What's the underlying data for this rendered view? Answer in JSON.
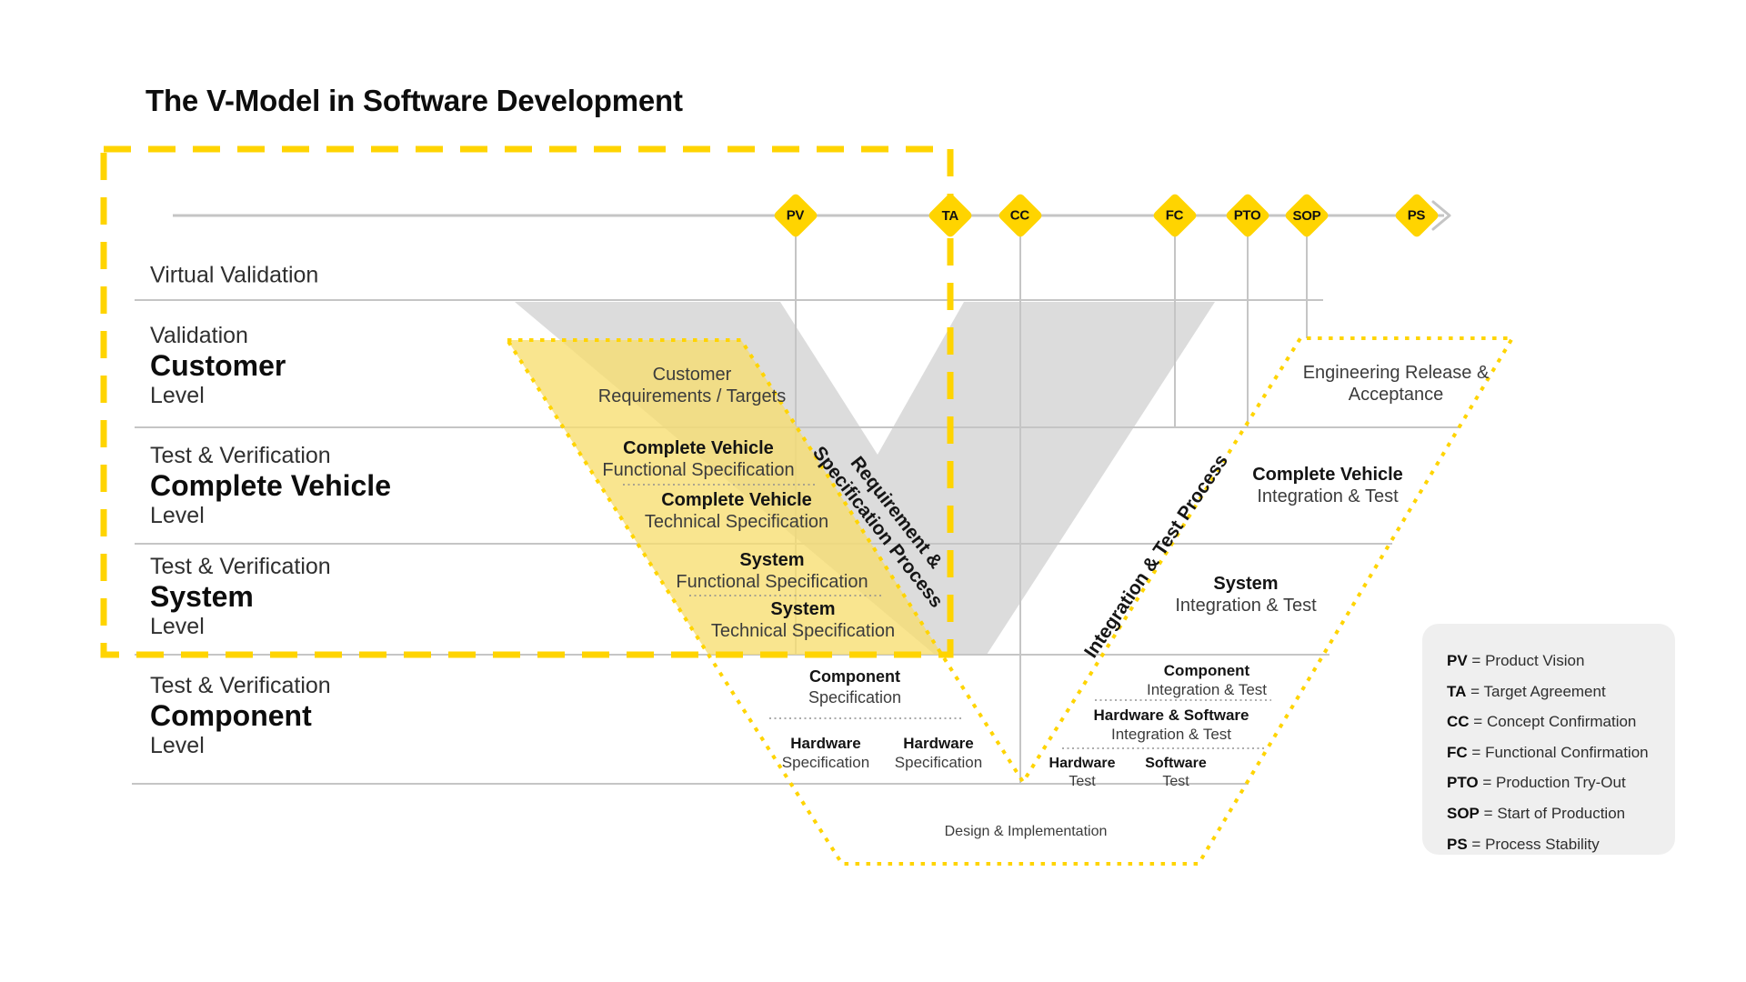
{
  "title": "The V-Model in Software Development",
  "colors": {
    "accent_yellow": "#FFD400",
    "pale_yellow_fill": "#F7DE6F",
    "gray_v": "#DCDCDC",
    "grid_line": "#C5C5C5",
    "legend_bg": "#EFEFEF",
    "text_dark": "#0d0d0d",
    "text_gray": "#3c3c3c"
  },
  "timeline": {
    "milestones": [
      {
        "label": "PV"
      },
      {
        "label": "TA"
      },
      {
        "label": "CC"
      },
      {
        "label": "FC"
      },
      {
        "label": "PTO"
      },
      {
        "label": "SOP"
      },
      {
        "label": "PS"
      }
    ]
  },
  "left_axis": {
    "virtual_validation": "Virtual Validation",
    "rows": [
      {
        "prefix": "Validation",
        "name": "Customer",
        "suffix": "Level"
      },
      {
        "prefix": "Test & Verification",
        "name": "Complete Vehicle",
        "suffix": "Level"
      },
      {
        "prefix": "Test & Verification",
        "name": "System",
        "suffix": "Level"
      },
      {
        "prefix": "Test & Verification",
        "name": "Component",
        "suffix": "Level"
      }
    ]
  },
  "spec_branch": {
    "customer_block": {
      "line1": "Customer",
      "line2": "Requirements / Targets"
    },
    "blocks": [
      {
        "title": "Complete Vehicle",
        "subtitle": "Functional Specification"
      },
      {
        "title": "Complete Vehicle",
        "subtitle": "Technical Specification"
      },
      {
        "title": "System",
        "subtitle": "Functional Specification"
      },
      {
        "title": "System",
        "subtitle": "Technical Specification"
      },
      {
        "title": "Component",
        "subtitle": "Specification"
      },
      {
        "title": "Hardware",
        "subtitle": "Specification"
      },
      {
        "title": "Hardware",
        "subtitle": "Specification"
      }
    ],
    "process_label": {
      "line1": "Requirement &",
      "line2": "Specification Process"
    }
  },
  "test_branch": {
    "engineering_release": {
      "line1": "Engineering Release &",
      "line2": "Acceptance"
    },
    "blocks": [
      {
        "title": "Complete Vehicle",
        "subtitle": "Integration & Test"
      },
      {
        "title": "System",
        "subtitle": "Integration & Test"
      },
      {
        "title": "Component",
        "subtitle": "Integration & Test"
      },
      {
        "title": "Hardware & Software",
        "subtitle": "Integration & Test"
      },
      {
        "title": "Hardware",
        "subtitle": "Test"
      },
      {
        "title": "Software",
        "subtitle": "Test"
      }
    ],
    "process_label": "Integration & Test Process"
  },
  "bottom_label": "Design & Implementation",
  "legend": {
    "separator": "=",
    "items": [
      {
        "abbr": "PV",
        "name": "Product Vision"
      },
      {
        "abbr": "TA",
        "name": "Target Agreement"
      },
      {
        "abbr": "CC",
        "name": "Concept Confirmation"
      },
      {
        "abbr": "FC",
        "name": "Functional Confirmation"
      },
      {
        "abbr": "PTO",
        "name": "Production Try-Out"
      },
      {
        "abbr": "SOP",
        "name": "Start of Production"
      },
      {
        "abbr": "PS",
        "name": "Process Stability"
      }
    ]
  }
}
